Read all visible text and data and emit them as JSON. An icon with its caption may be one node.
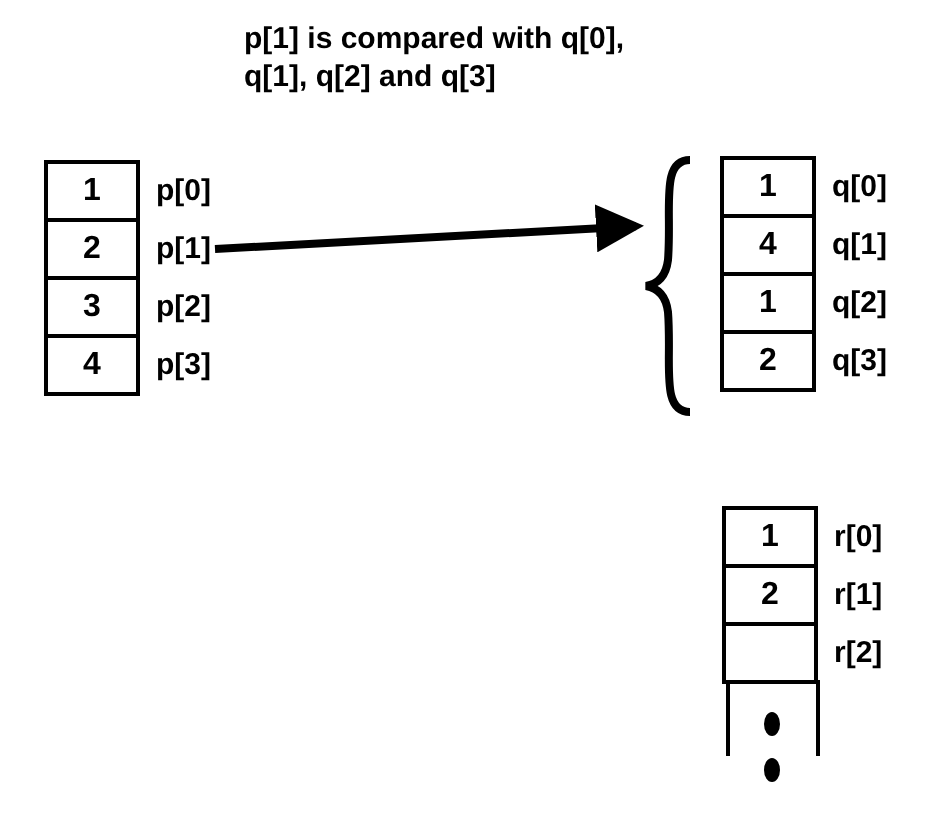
{
  "diagram": {
    "title": "p[1] is compared with q[0], q[1], q[2] and q[3]",
    "nodes": [
      {
        "text": [
          "1"
        ],
        "beside": [
          "p[0]"
        ]
      },
      {
        "text": [
          "2"
        ],
        "beside": [
          "p[1]"
        ]
      },
      {
        "text": [
          "3"
        ],
        "beside": [
          "p[2]"
        ]
      },
      {
        "text": [
          "4"
        ],
        "beside": [
          "p[3]"
        ]
      },
      {
        "text": [],
        "shape": "brace"
      },
      {
        "text": [
          "1"
        ],
        "beside": [
          "q[0]"
        ]
      },
      {
        "text": [
          "4"
        ],
        "beside": [
          "q[1]"
        ]
      },
      {
        "text": [
          "1"
        ],
        "beside": [
          "q[2]"
        ]
      },
      {
        "text": [
          "2"
        ],
        "beside": [
          "q[3]"
        ]
      },
      {
        "text": [
          "1"
        ],
        "beside": [
          "r[0]"
        ]
      },
      {
        "text": [
          "2"
        ],
        "beside": [
          "r[1]"
        ]
      },
      {
        "text": [],
        "shape": "box",
        "beside": [
          "r[2]"
        ]
      }
    ],
    "edges": [
      {
        "from": 1,
        "to": 4,
        "arrow": "to"
      }
    ]
  }
}
